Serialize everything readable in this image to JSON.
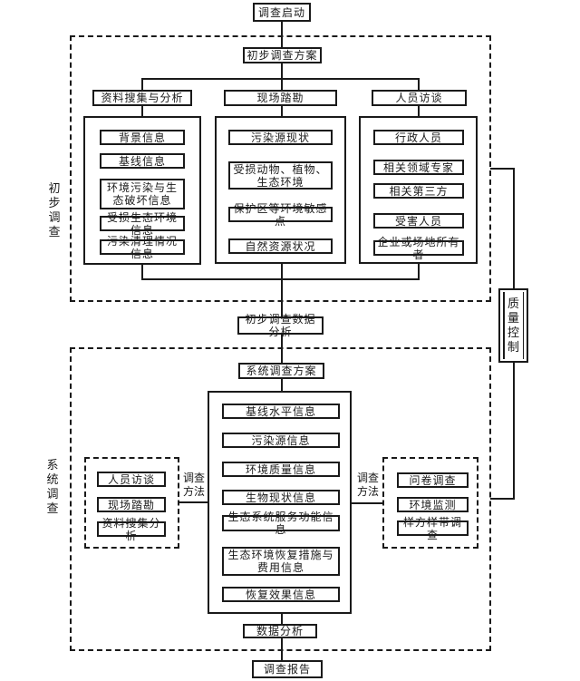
{
  "flow": {
    "start": "调查启动",
    "p1": {
      "side_label": "初步调查",
      "plan": "初步调查方案",
      "branches": [
        {
          "header": "资料搜集与分析",
          "items": [
            "背景信息",
            "基线信息",
            "环境污染与生态破坏信息",
            "受损生态环境信息",
            "污染清理情况信息"
          ]
        },
        {
          "header": "现场踏勘",
          "items": [
            "污染源现状",
            "受损动物、植物、生态环境",
            "保护区等环境敏感点",
            "自然资源状况"
          ]
        },
        {
          "header": "人员访谈",
          "items": [
            "行政人员",
            "相关领域专家",
            "相关第三方",
            "受害人员",
            "企业或场地所有者"
          ]
        }
      ],
      "analysis": "初步调查数据分析"
    },
    "qc": {
      "label": "质量控制"
    },
    "p2": {
      "side_label": "系统调查",
      "plan": "系统调查方案",
      "info_items": [
        "基线水平信息",
        "污染源信息",
        "环境质量信息",
        "生物现状信息",
        "生态系统服务功能信息",
        "生态环境恢复措施与费用信息",
        "恢复效果信息"
      ],
      "methods_left": {
        "label": "调查方法",
        "items": [
          "人员访谈",
          "现场踏勘",
          "资料搜集分析"
        ]
      },
      "methods_right": {
        "label": "调查方法",
        "items": [
          "问卷调查",
          "环境监测",
          "样方样带调查"
        ]
      },
      "analysis": "数据分析"
    },
    "report": "调查报告"
  },
  "colors": {
    "line": "#1a1a1a",
    "bg": "#ffffff"
  }
}
